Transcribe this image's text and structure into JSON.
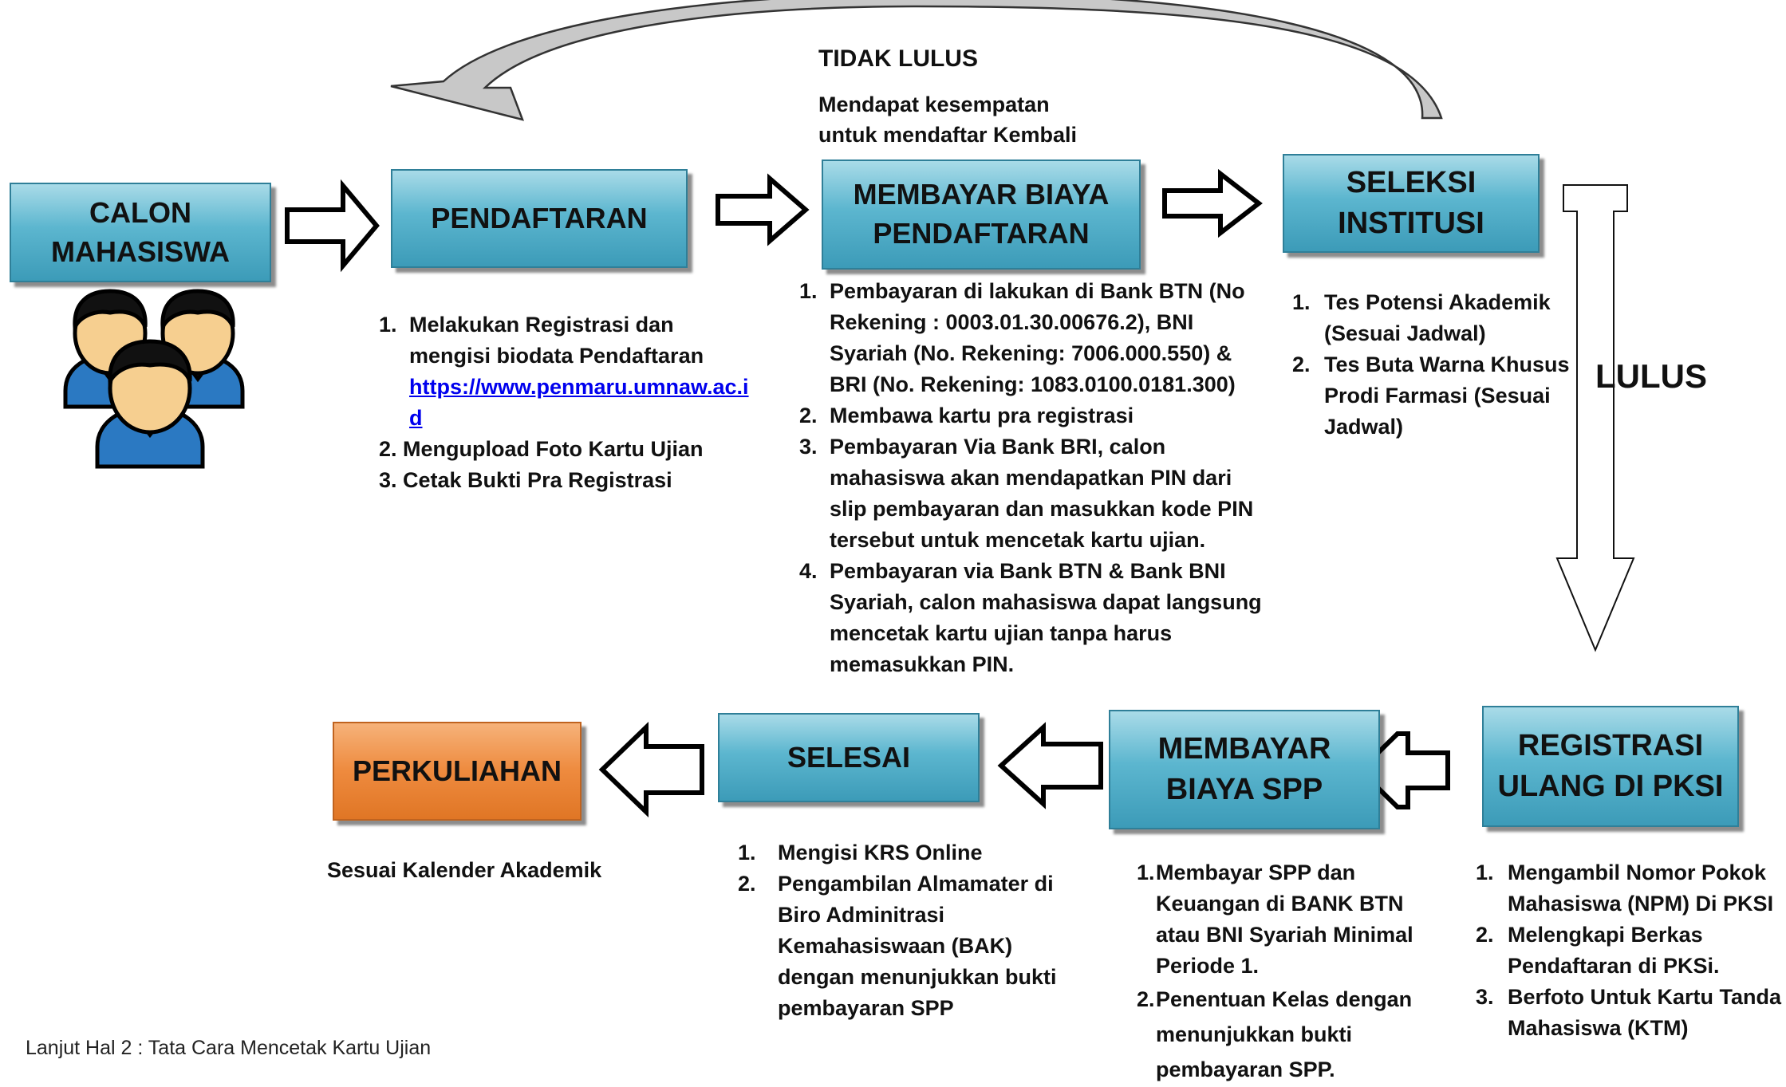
{
  "boxes": {
    "calon": "CALON\nMAHASISWA",
    "pendaftaran": "PENDAFTARAN",
    "membayar_biaya": "MEMBAYAR BIAYA\nPENDAFTARAN",
    "seleksi": "SELEKSI\nINSTITUSI",
    "registrasi": "REGISTRASI\nULANG DI PKSI",
    "membayar_spp": "MEMBAYAR\nBIAYA SPP",
    "selesai": "SELESAI",
    "perkuliahan": "PERKULIAHAN"
  },
  "tidak_lulus": {
    "title": "TIDAK LULUS",
    "line1": "Mendapat kesempatan",
    "line2": "untuk mendaftar Kembali"
  },
  "lulus": "LULUS",
  "pendaftaran_steps": {
    "s1_num": "1.",
    "s1_text": "Melakukan Registrasi dan mengisi biodata Pendaftaran",
    "s1_link": "https://www.penmaru.umnaw.ac.id",
    "s2": "2. Mengupload Foto Kartu Ujian",
    "s3": "3. Cetak Bukti Pra Registrasi"
  },
  "biaya_steps": [
    {
      "num": "1.",
      "text": "Pembayaran di lakukan di Bank BTN (No Rekening : 0003.01.30.00676.2), BNI Syariah (No. Rekening: 7006.000.550) & BRI (No. Rekening: 1083.0100.0181.300)"
    },
    {
      "num": "2.",
      "text": "Membawa kartu pra registrasi"
    },
    {
      "num": "3.",
      "text": "Pembayaran Via Bank BRI, calon mahasiswa akan mendapatkan PIN dari slip pembayaran dan masukkan kode PIN tersebut untuk mencetak kartu ujian."
    },
    {
      "num": "4.",
      "text": "Pembayaran via Bank BTN & Bank BNI Syariah, calon mahasiswa dapat langsung mencetak kartu ujian tanpa harus memasukkan PIN."
    }
  ],
  "seleksi_steps": [
    {
      "num": "1.",
      "text": "Tes Potensi Akademik (Sesuai Jadwal)"
    },
    {
      "num": "2.",
      "text": "Tes Buta Warna Khusus  Prodi Farmasi (Sesuai Jadwal)"
    }
  ],
  "registrasi_steps": [
    {
      "num": "1.",
      "text": "Mengambil Nomor Pokok Mahasiswa (NPM) Di PKSI"
    },
    {
      "num": "2.",
      "text": "Melengkapi Berkas Pendaftaran di PKSi."
    },
    {
      "num": "3.",
      "text": "Berfoto Untuk Kartu Tanda Mahasiswa (KTM)"
    }
  ],
  "spp_steps": [
    {
      "num": "1.",
      "text": "Membayar SPP dan Keuangan di BANK BTN atau BNI Syariah Minimal Periode 1."
    },
    {
      "num": "2.",
      "text": "Penentuan Kelas dengan menunjukkan bukti pembayaran  SPP."
    }
  ],
  "selesai_steps": [
    {
      "num": "1.",
      "text": "Mengisi KRS Online"
    },
    {
      "num": "2.",
      "text": "Pengambilan Almamater di Biro Adminitrasi Kemahasiswaan (BAK) dengan menunjukkan bukti pembayaran SPP"
    }
  ],
  "perkuliahan_note": "Sesuai Kalender Akademik",
  "footer": "Lanjut Hal 2 : Tata Cara Mencetak Kartu Ujian",
  "colors": {
    "box_blue": "#5cb6cf",
    "box_orange": "#ee8a3e",
    "loop_arrow": "#c8c8c8",
    "link": "#0000ee"
  }
}
